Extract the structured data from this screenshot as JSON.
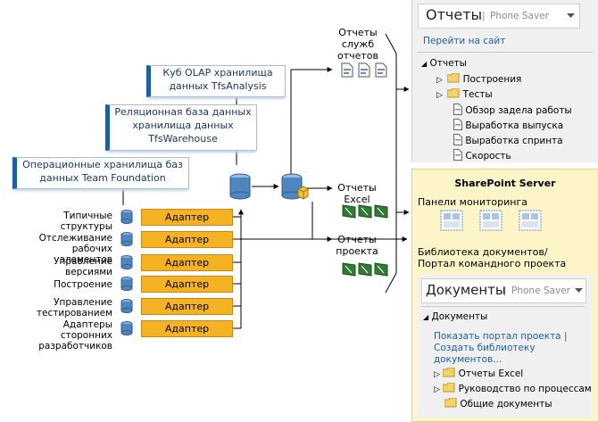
{
  "headers": {
    "olap": "Куб OLAP хранилища данных TfsAnalysis",
    "relational": "Реляционная база данных хранилища данных TfsWarehouse",
    "operational": "Операционные хранилища баз данных Team Foundation"
  },
  "sources": [
    {
      "label": "Типичные структуры",
      "adapter": "Адаптер"
    },
    {
      "label": "Отслеживание рабочих элементов",
      "adapter": "Адаптер"
    },
    {
      "label": "Управление версиями",
      "adapter": "Адаптер"
    },
    {
      "label": "Построение",
      "adapter": "Адаптер"
    },
    {
      "label": "Управление тестированием",
      "adapter": "Адаптер"
    },
    {
      "label": "Адаптеры сторонних разработчиков",
      "adapter": "Адаптер"
    }
  ],
  "outputs": {
    "reporting_services": "Отчеты служб отчетов",
    "excel_reports": "Отчеты Excel",
    "project_reports": "Отчеты проекта"
  },
  "reports_panel": {
    "title": "Отчеты",
    "subtitle": "Phone Saver",
    "goto_site": "Перейти на сайт",
    "root": "Отчеты",
    "folders": [
      "Построения",
      "Тесты"
    ],
    "files": [
      "Обзор задела работы",
      "Выработка выпуска",
      "Выработка спринта",
      "Скорость"
    ]
  },
  "sharepoint": {
    "title": "SharePoint Server",
    "dashboards": "Панели мониторинга",
    "library_caption": "Библиотека документов/ Портал командного проекта",
    "documents_panel": {
      "title": "Документы",
      "subtitle": "Phone Saver",
      "root": "Документы",
      "link_portal": "Показать портал проекта |",
      "link_library": "Создать библиотеку документов...",
      "folders": [
        "Отчеты Excel",
        "Руководство по процессам"
      ],
      "files": [
        "Общие документы"
      ]
    }
  },
  "colors": {
    "adapter": "#f5b323",
    "header_accent": "#1a5ea8",
    "sharepoint_bg": "#fdf4c8",
    "link": "#1f5fa8"
  },
  "icons": [
    "database-icon",
    "olap-cube-icon",
    "report-icon",
    "excel-icon",
    "folder-icon",
    "dashboard-icon",
    "dropdown-arrow-icon"
  ]
}
